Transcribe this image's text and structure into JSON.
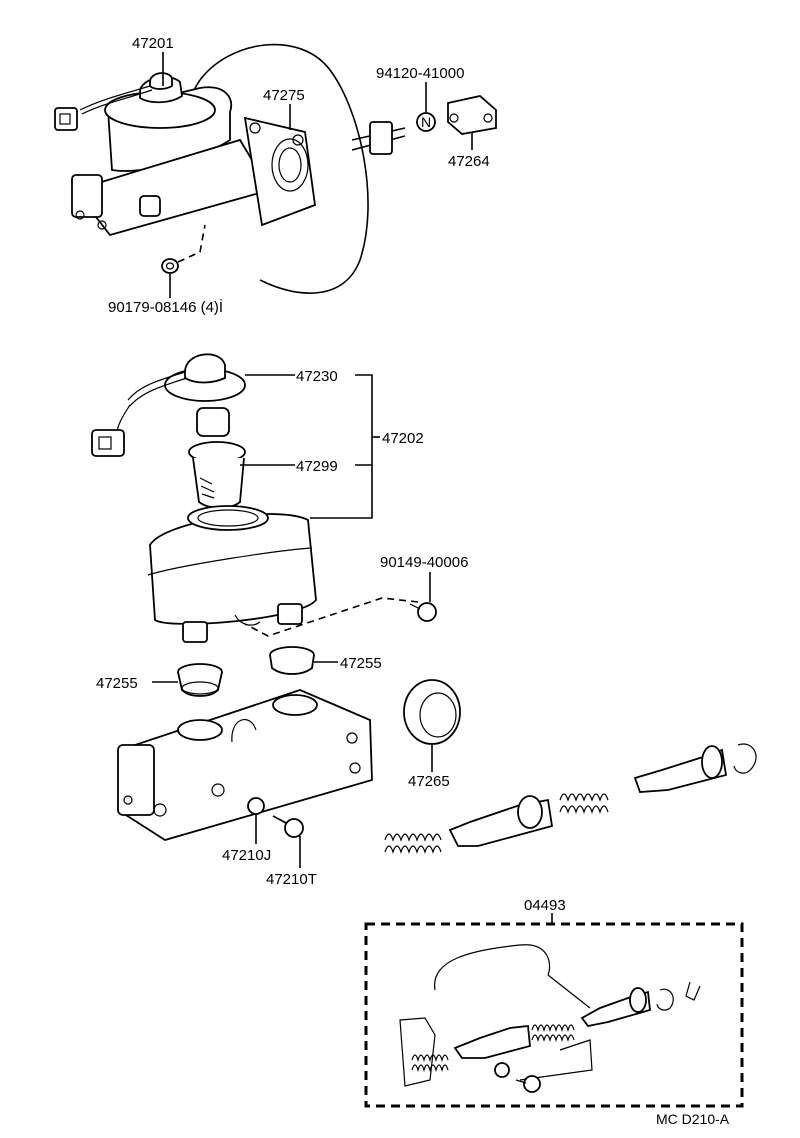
{
  "parts": {
    "p47201": "47201",
    "p47275": "47275",
    "p94120": "94120-41000",
    "p47264": "47264",
    "p90179": "90179-08146 (4)İ",
    "p47230": "47230",
    "p47202": "47202",
    "p47299": "47299",
    "p90149": "90149-40006",
    "p47255a": "47255",
    "p47255b": "47255",
    "p47265": "47265",
    "p47210j": "47210J",
    "p47210t": "47210T",
    "p04493": "04493"
  },
  "nut_symbol": "N",
  "diagram_code": "MC  D210-A"
}
